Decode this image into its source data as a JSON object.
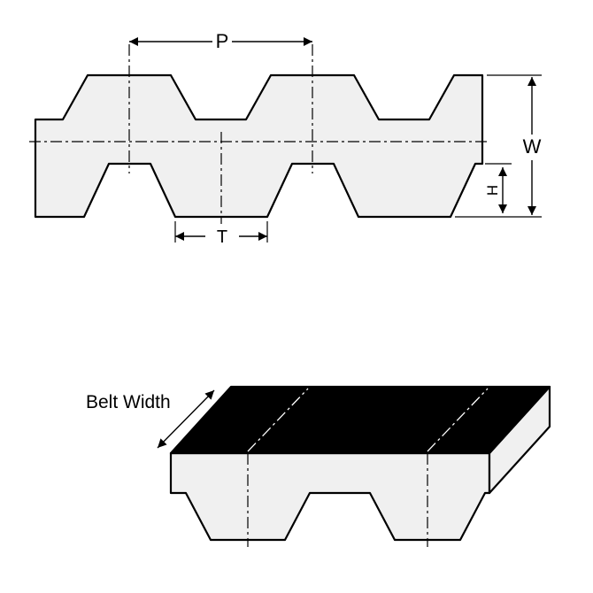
{
  "diagram": {
    "labels": {
      "pitch": "P",
      "overall_width": "W",
      "tooth_height": "H",
      "tooth_tip_width": "T",
      "belt_width": "Belt Width"
    },
    "colors": {
      "background": "#ffffff",
      "outline": "#000000",
      "belt_fill": "#f0f0f0",
      "top_surface": "#000000",
      "centerline_on_black": "#ffffff"
    }
  }
}
